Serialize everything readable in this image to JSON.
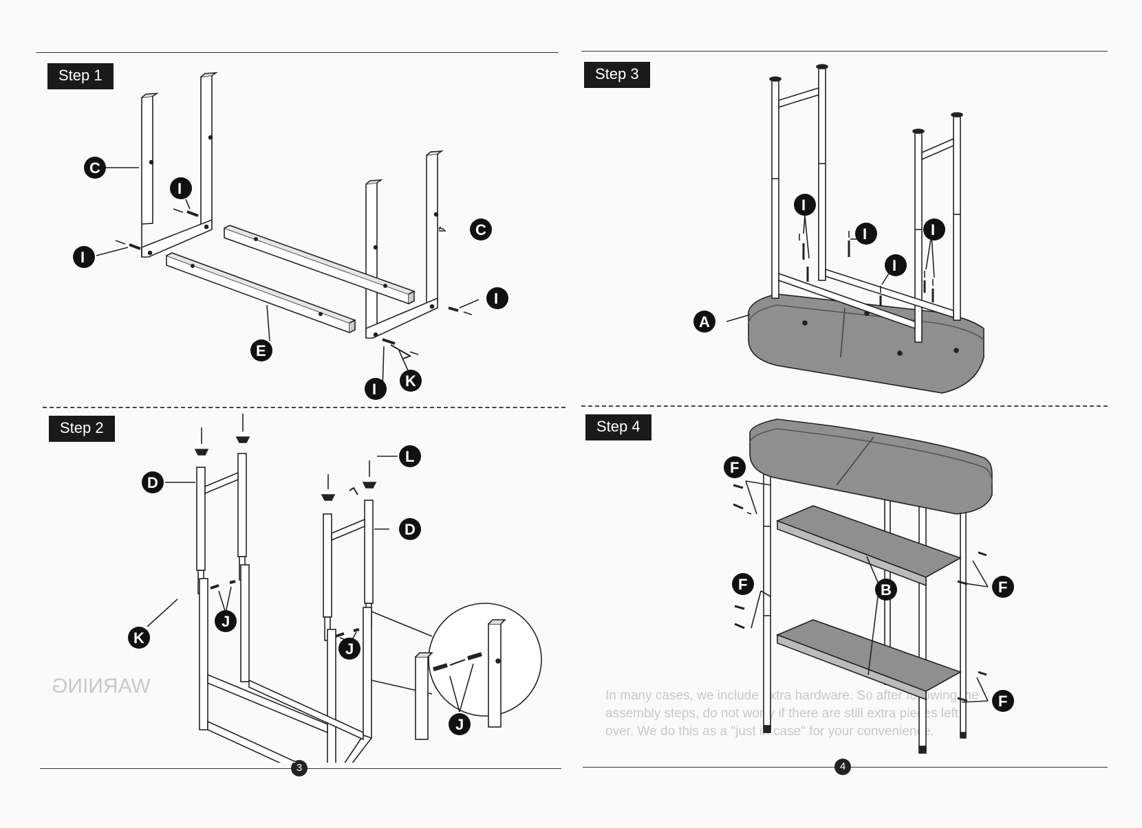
{
  "steps": [
    {
      "id": "step1",
      "label": "Step 1"
    },
    {
      "id": "step2",
      "label": "Step 2"
    },
    {
      "id": "step3",
      "label": "Step 3"
    },
    {
      "id": "step4",
      "label": "Step 4"
    }
  ],
  "callouts": {
    "step1": [
      "C",
      "I",
      "I",
      "C",
      "I",
      "E",
      "I",
      "K"
    ],
    "step2": [
      "D",
      "L",
      "D",
      "J",
      "K",
      "J",
      "J"
    ],
    "step3": [
      "I",
      "I",
      "I",
      "I",
      "A"
    ],
    "step4": [
      "F",
      "F",
      "B",
      "F",
      "F"
    ]
  },
  "pages": {
    "left": "3",
    "right": "4"
  },
  "bleed_through": {
    "warning": "WARNING",
    "note_line1": "In many cases, we include extra hardware. So after following the",
    "note_line2": "assembly steps, do not worry if there are still extra pieces left",
    "note_line3": "over. We do this as a \"just in case\" for your convenience."
  },
  "colors": {
    "ink": "#1a1a1a",
    "tabletop": "#8f8f8f",
    "paper": "#fafafa"
  }
}
